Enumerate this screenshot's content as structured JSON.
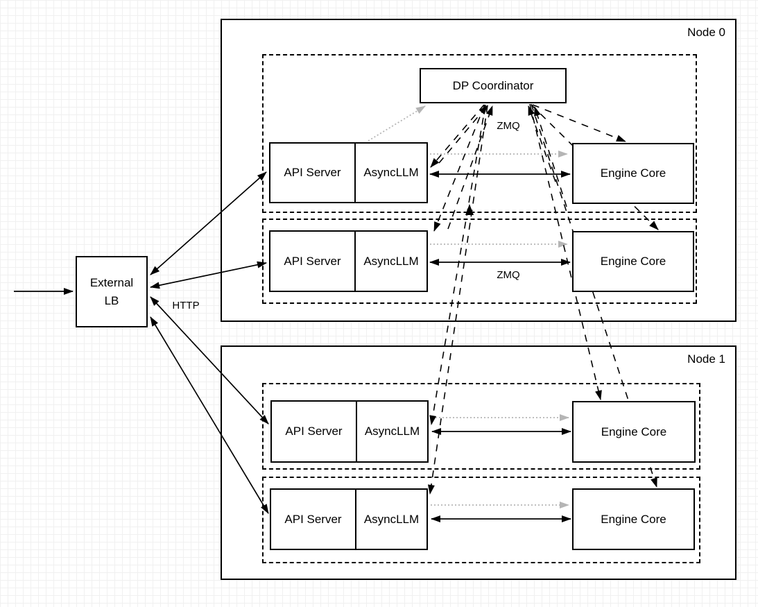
{
  "diagram": {
    "external_lb": {
      "line1": "External",
      "line2": "LB"
    },
    "dp_coordinator": {
      "label": "DP Coordinator"
    },
    "edge_labels": {
      "http": "HTTP",
      "zmq_coordinator": "ZMQ",
      "zmq_row": "ZMQ"
    },
    "nodes": [
      {
        "label": "Node 0",
        "rows": [
          {
            "api_server": "API Server",
            "asyncllm": "AsyncLLM",
            "engine_core": "Engine Core"
          },
          {
            "api_server": "API Server",
            "asyncllm": "AsyncLLM",
            "engine_core": "Engine Core"
          }
        ]
      },
      {
        "label": "Node 1",
        "rows": [
          {
            "api_server": "API Server",
            "asyncllm": "AsyncLLM",
            "engine_core": "Engine Core"
          },
          {
            "api_server": "API Server",
            "asyncllm": "AsyncLLM",
            "engine_core": "Engine Core"
          }
        ]
      }
    ],
    "colors": {
      "line": "#000000",
      "dotted_gray": "#b5b5b5",
      "box_fill": "#ffffff",
      "grid": "#f0f0f0"
    }
  }
}
